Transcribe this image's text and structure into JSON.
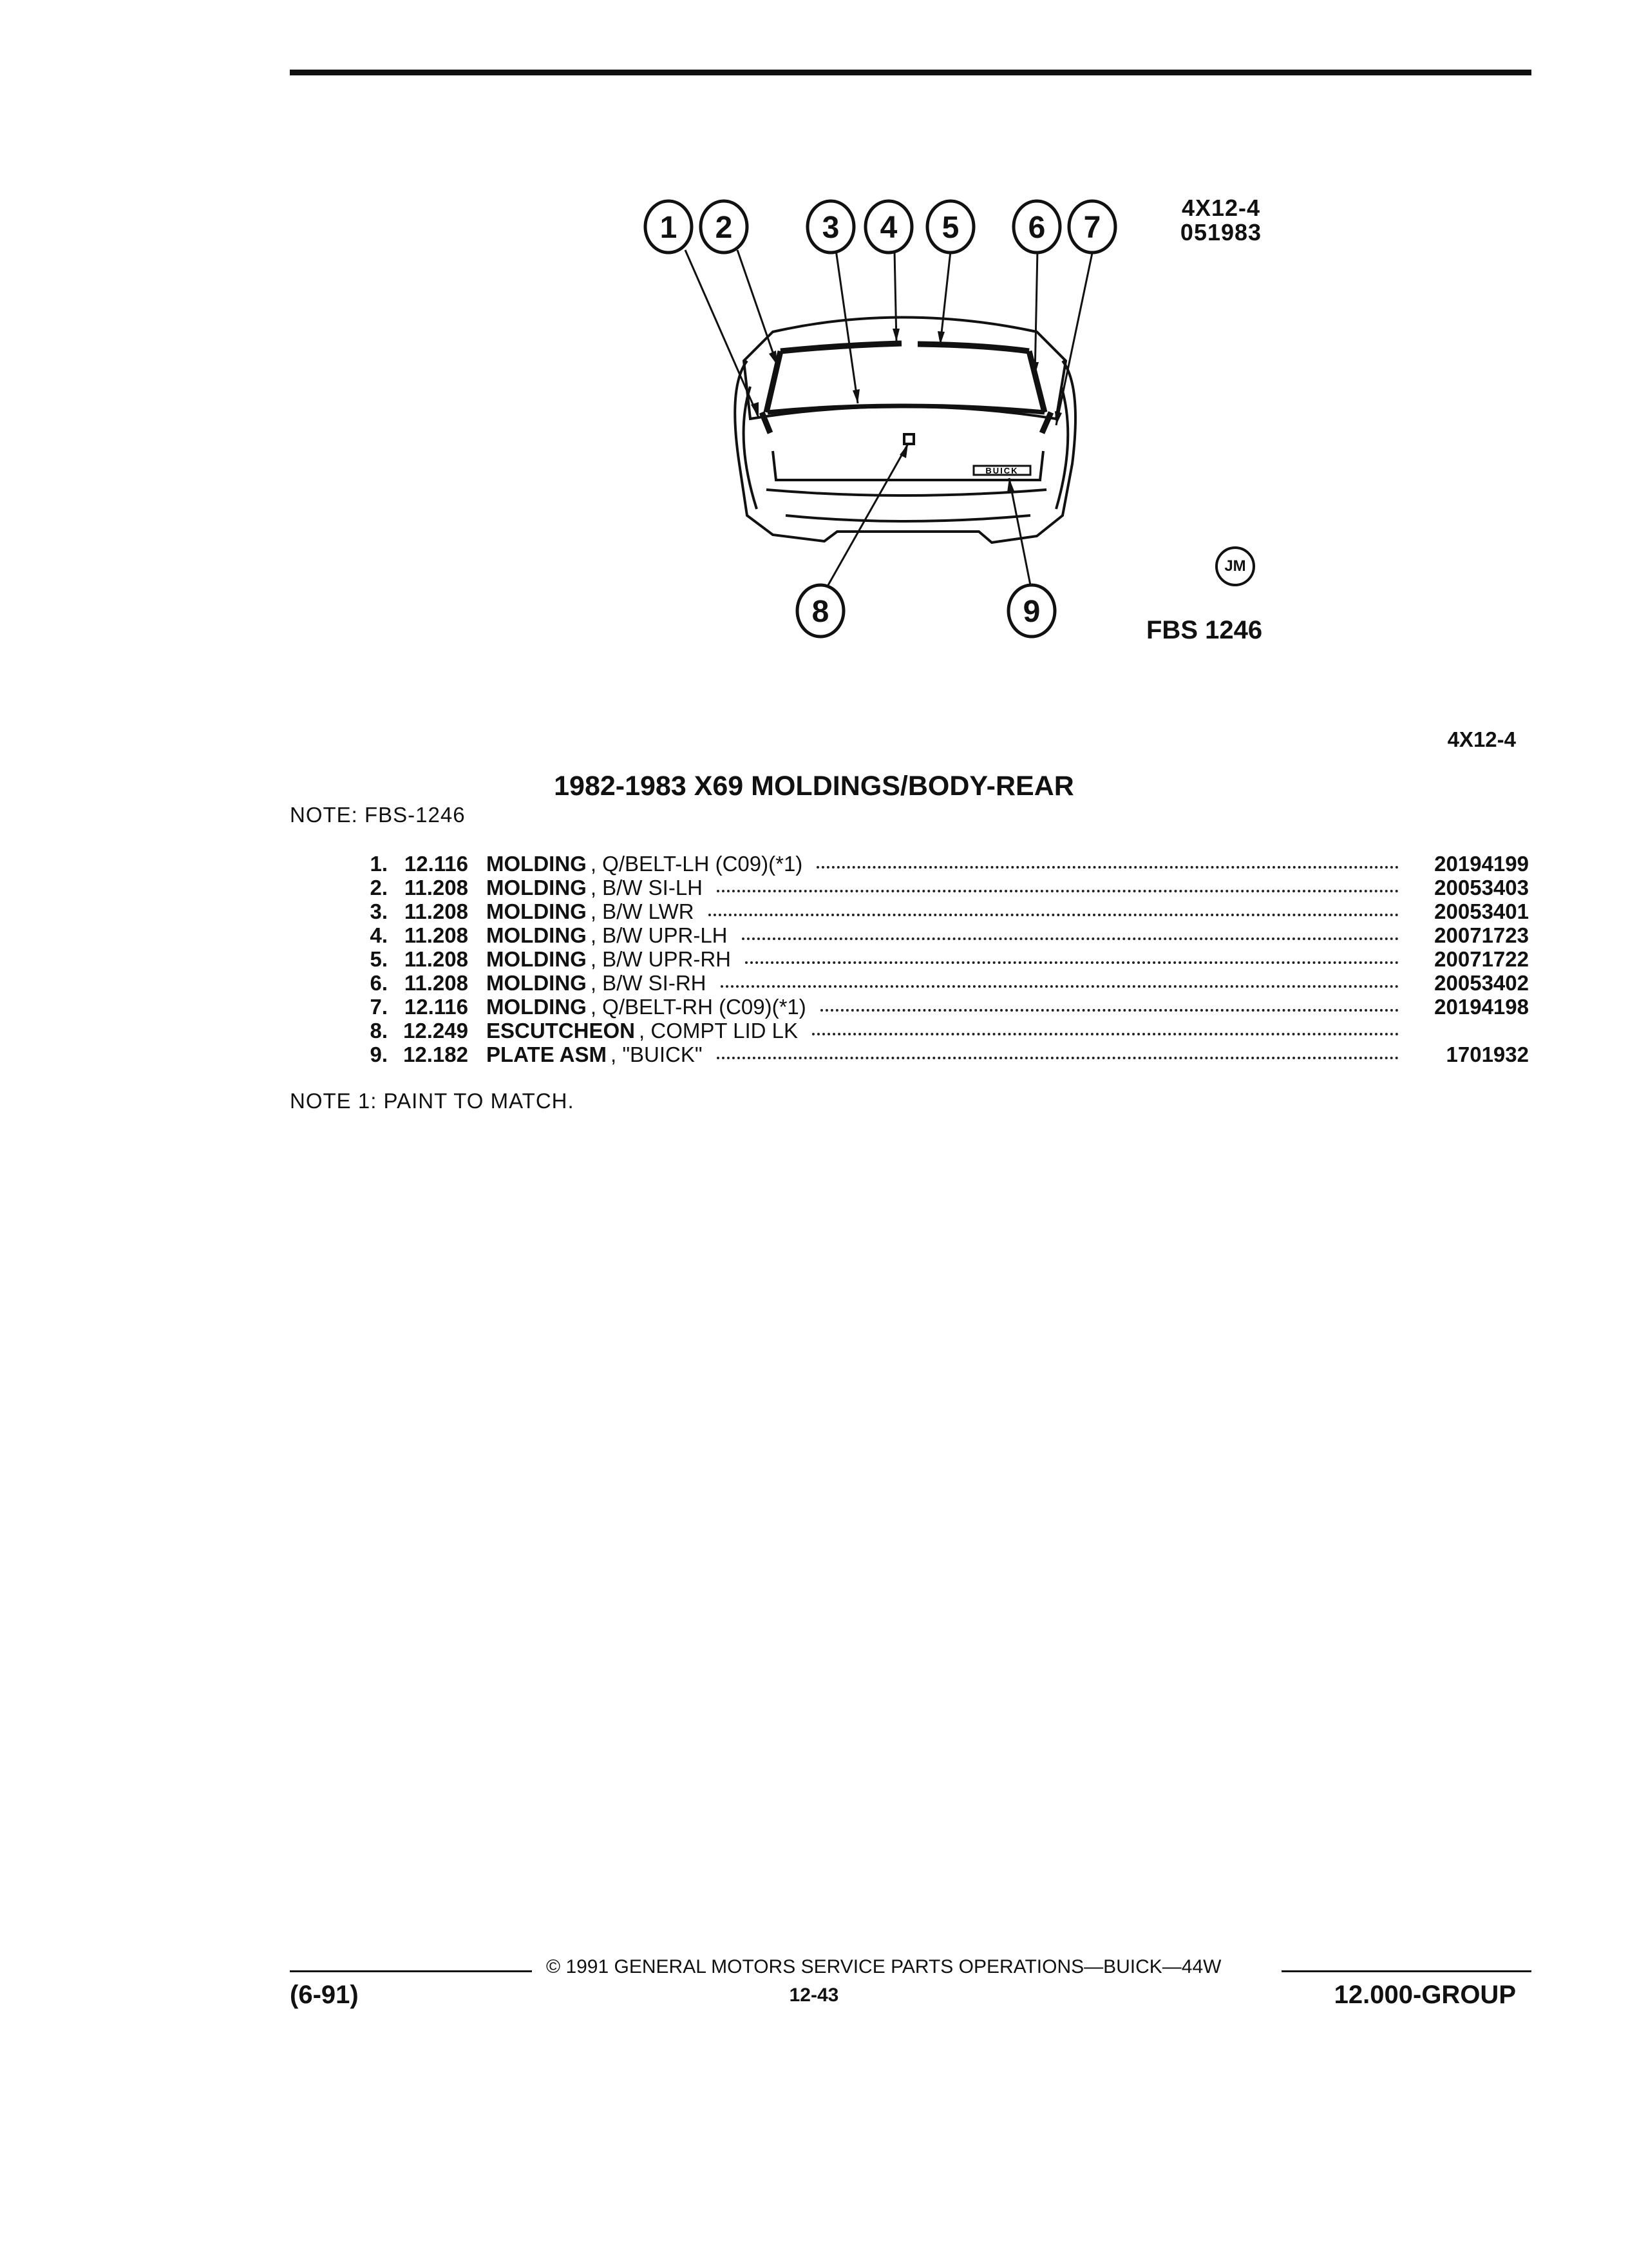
{
  "figure": {
    "code": "4X12-4",
    "date_code": "051983",
    "fbs_label": "FBS 1246",
    "badge": "JM",
    "emblem_text": "BUICK",
    "callouts": [
      "1",
      "2",
      "3",
      "4",
      "5",
      "6",
      "7",
      "8",
      "9"
    ]
  },
  "section_code": "4X12-4",
  "title": "1982-1983 X69 MOLDINGS/BODY-REAR",
  "note_top": "NOTE:  FBS-1246",
  "parts": [
    {
      "num": "1.",
      "code": "12.116",
      "name": "MOLDING",
      "desc": ", Q/BELT-LH (C09)(*1)",
      "part_no": "20194199"
    },
    {
      "num": "2.",
      "code": "11.208",
      "name": "MOLDING",
      "desc": ", B/W SI-LH",
      "part_no": "20053403"
    },
    {
      "num": "3.",
      "code": "11.208",
      "name": "MOLDING",
      "desc": ", B/W LWR",
      "part_no": "20053401"
    },
    {
      "num": "4.",
      "code": "11.208",
      "name": "MOLDING",
      "desc": ", B/W UPR-LH",
      "part_no": "20071723"
    },
    {
      "num": "5.",
      "code": "11.208",
      "name": "MOLDING",
      "desc": ", B/W UPR-RH",
      "part_no": "20071722"
    },
    {
      "num": "6.",
      "code": "11.208",
      "name": "MOLDING",
      "desc": ", B/W SI-RH",
      "part_no": "20053402"
    },
    {
      "num": "7.",
      "code": "12.116",
      "name": "MOLDING",
      "desc": ", Q/BELT-RH (C09)(*1)",
      "part_no": "20194198"
    },
    {
      "num": "8.",
      "code": "12.249",
      "name": "ESCUTCHEON",
      "desc": ", COMPT LID LK",
      "part_no": ""
    },
    {
      "num": "9.",
      "code": "12.182",
      "name": "PLATE ASM",
      "desc": ", \"BUICK\"",
      "part_no": "1701932"
    }
  ],
  "note_bottom": "NOTE  1:  PAINT TO MATCH.",
  "footer": {
    "left": "(6-91)",
    "center": "© 1991  GENERAL MOTORS SERVICE PARTS OPERATIONS—BUICK—44W",
    "page": "12-43",
    "right": "12.000-GROUP"
  }
}
